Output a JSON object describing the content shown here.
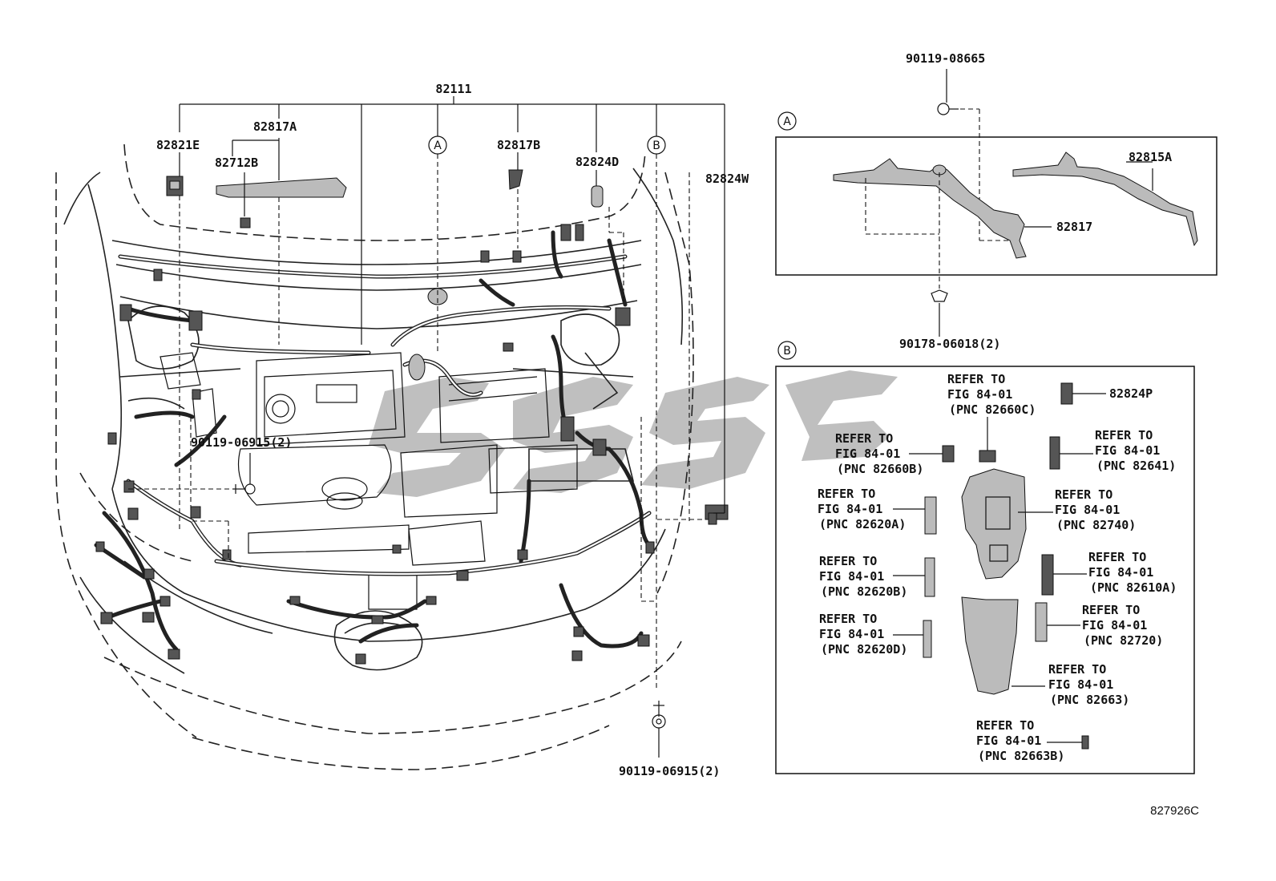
{
  "diagram": {
    "main_assembly": "82111",
    "callouts": {
      "c_82821E": "82821E",
      "c_82817A": "82817A",
      "c_82712B": "82712B",
      "c_82817B": "82817B",
      "c_82824D": "82824D",
      "c_82824W": "82824W",
      "c_bolt_mid": "90119-06915(2)",
      "c_bolt_bottom": "90119-06915(2)"
    },
    "circle_labels": {
      "a": "A",
      "b": "B"
    },
    "detail_a": {
      "label": "A",
      "top_bolt": "90119-08665",
      "bottom_clip": "90178-06018(2)",
      "part_82815A": "82815A",
      "part_82817": "82817"
    },
    "detail_b": {
      "label": "B",
      "part_82824P": "82824P",
      "refs": [
        {
          "l1": "REFER TO",
          "l2": "FIG 84-01",
          "l3": "(PNC 82660C)"
        },
        {
          "l1": "REFER TO",
          "l2": "FIG 84-01",
          "l3": "(PNC 82660B)"
        },
        {
          "l1": "REFER TO",
          "l2": "FIG 84-01",
          "l3": "(PNC 82641)"
        },
        {
          "l1": "REFER TO",
          "l2": "FIG 84-01",
          "l3": "(PNC 82620A)"
        },
        {
          "l1": "REFER TO",
          "l2": "FIG 84-01",
          "l3": "(PNC 82740)"
        },
        {
          "l1": "REFER TO",
          "l2": "FIG 84-01",
          "l3": "(PNC 82620B)"
        },
        {
          "l1": "REFER TO",
          "l2": "FIG 84-01",
          "l3": "(PNC 82610A)"
        },
        {
          "l1": "REFER TO",
          "l2": "FIG 84-01",
          "l3": "(PNC 82720)"
        },
        {
          "l1": "REFER TO",
          "l2": "FIG 84-01",
          "l3": "(PNC 82620D)"
        },
        {
          "l1": "REFER TO",
          "l2": "FIG 84-01",
          "l3": "(PNC 82663)"
        },
        {
          "l1": "REFER TO",
          "l2": "FIG 84-01",
          "l3": "(PNC 82663B)"
        }
      ]
    },
    "figure_code": "827926C"
  }
}
